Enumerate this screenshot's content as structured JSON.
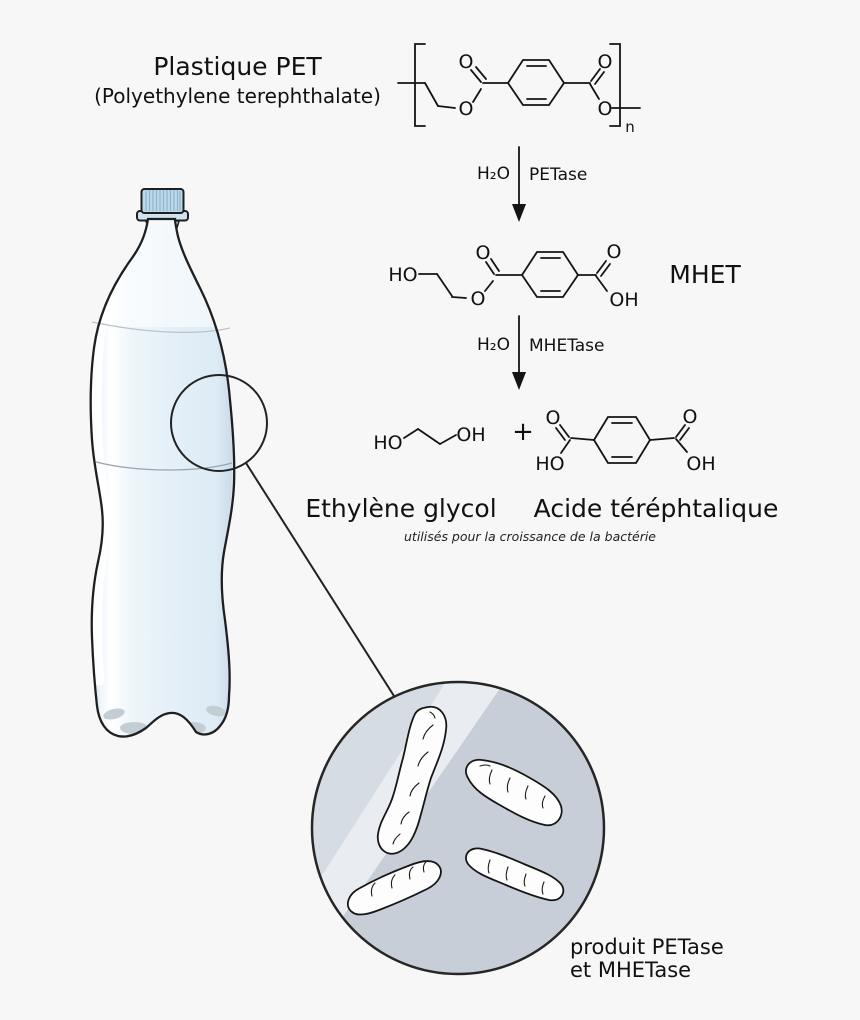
{
  "title": {
    "line1": "Plastique PET",
    "line2": "(Polyethylene terephthalate)"
  },
  "steps": [
    {
      "reagent": "H₂O",
      "enzyme": "PETase"
    },
    {
      "reagent": "H₂O",
      "enzyme": "MHETase"
    }
  ],
  "labels": {
    "intermediate": "MHET",
    "product_left": "Ethylène glycol",
    "product_right": "Acide téréphtalique",
    "note": "utilisés pour la croissance de la bactérie",
    "plus": "+",
    "caption_line1": "produit PETase",
    "caption_line2": "et MHETase",
    "polymer_index": "n"
  },
  "atoms": {
    "o": "O",
    "ho": "HO",
    "oh": "OH"
  },
  "colors": {
    "background": "#f7f7f7",
    "ink": "#111111",
    "bottle_outline": "#1f1f1f",
    "bottle_fill": "#e8f2fa",
    "cap_fill": "#bcd8ea",
    "microscope_base": "#c7ced8",
    "microscope_band": "#d6dce4",
    "microscope_band_bright": "#e9edf2",
    "bacteria_fill": "#fdfdfe"
  }
}
